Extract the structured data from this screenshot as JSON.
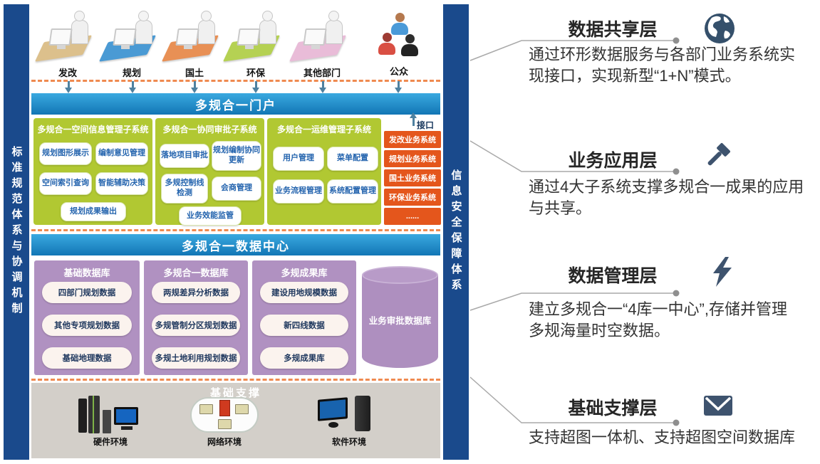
{
  "frame": {
    "left_bar": "标准规范体系与协调机制",
    "right_bar": "信息安全保障体系"
  },
  "departments": [
    {
      "label": "发改",
      "desk_color": "#dcc08c"
    },
    {
      "label": "规划",
      "desk_color": "#4a9ad4"
    },
    {
      "label": "国土",
      "desk_color": "#e89055"
    },
    {
      "label": "环保",
      "desk_color": "#b5d153"
    },
    {
      "label": "其他部门",
      "desk_color": "#e9bcd8"
    },
    {
      "label": "公众",
      "icon": "people-group-icon"
    }
  ],
  "portal_bar": "多规合一门户",
  "subsystems": [
    {
      "title": "多规合一空间信息管理子系统",
      "buttons": [
        "规划图形展示",
        "编制意见管理",
        "空间索引查询",
        "智能辅助决策",
        "规划成果输出"
      ]
    },
    {
      "title": "多规合一协同审批子系统",
      "buttons": [
        "落地项目审批",
        "规划编制协同更新",
        "多规控制线检测",
        "会商管理",
        "业务效能监管"
      ]
    },
    {
      "title": "多规合一运维管理子系统",
      "buttons": [
        "用户管理",
        "菜单配置",
        "业务流程管理",
        "系统配置管理"
      ]
    }
  ],
  "interface_label": "接口",
  "external_systems": [
    "发改业务系统",
    "规划业务系统",
    "国土业务系统",
    "环保业务系统",
    "......"
  ],
  "data_center_bar": "多规合一数据中心",
  "databases": [
    {
      "title": "基础数据库",
      "items": [
        "四部门规划数据",
        "其他专项规划数据",
        "基础地理数据"
      ]
    },
    {
      "title": "多规合一数据库",
      "items": [
        "两规差异分析数据",
        "多规管制分区规划数据",
        "多规土地利用规划数据"
      ]
    },
    {
      "title": "多规成果库",
      "items": [
        "建设用地规模数据",
        "新四线数据",
        "多规成果库"
      ]
    }
  ],
  "cylinder_label": "业务审批数据库",
  "foundation": {
    "title": "基础支撑",
    "items": [
      "硬件环境",
      "网络环境",
      "软件环境"
    ]
  },
  "annotations": [
    {
      "title": "数据共享层",
      "icon": "globe-icon",
      "body_lines": [
        "通过环形数据服务与各部门业务系统实",
        "现接口，实现新型“1+N”模式。"
      ]
    },
    {
      "title": "业务应用层",
      "icon": "gavel-icon",
      "body_lines": [
        "通过4大子系统支撑多规合一成果的应用",
        "与共享。"
      ]
    },
    {
      "title": "数据管理层",
      "icon": "lightning-icon",
      "body_lines": [
        "建立多规合一“4库一中心”,存储并管理",
        "多规海量时空数据。"
      ]
    },
    {
      "title": "基础支撑层",
      "icon": "envelope-icon",
      "body_lines": [
        "支持超图一体机、支持超图空间数据库"
      ]
    }
  ],
  "colors": {
    "frame_blue": "#1a4a8c",
    "bar_blue": "#1d8fd0",
    "panel_green": "#b1c832",
    "button_text_blue": "#2464ae",
    "external_orange": "#e4561c",
    "db_purple": "#b091c1",
    "pill_bg": "#fbf3ee",
    "gray_section": "#d3cfc9",
    "dashed_line": "#ef8a50",
    "annotation_icon": "#3e536e",
    "connector_gray": "#a9a9a9"
  }
}
